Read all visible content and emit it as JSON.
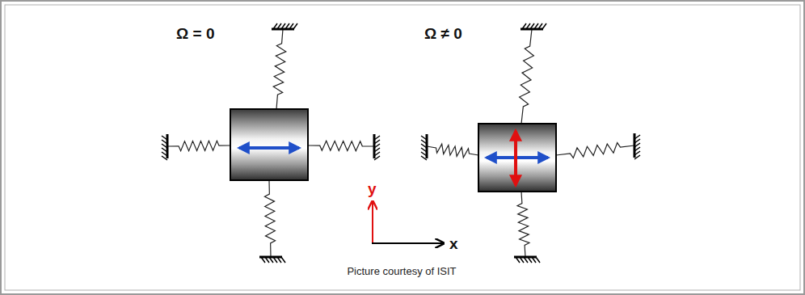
{
  "diagram": {
    "caption": "Picture courtesy of ISIT",
    "labels": [
      "Ω = 0",
      "Ω ≠ 0",
      "y",
      "x"
    ]
  }
}
